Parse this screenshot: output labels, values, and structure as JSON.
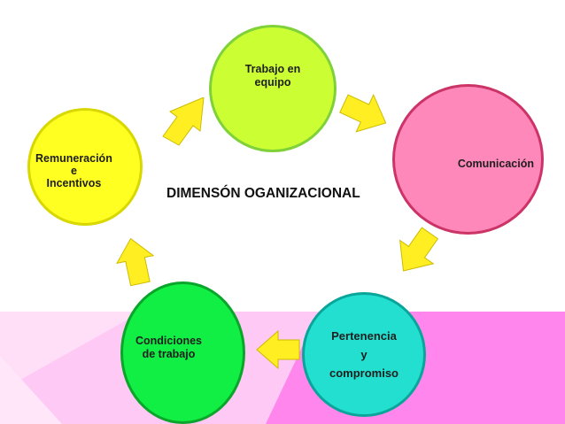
{
  "diagram": {
    "title": "DIMENSÓN  OGANIZACIONAL",
    "nodes": [
      {
        "id": "trabajo",
        "lines": [
          "Trabajo  en",
          "equipo"
        ],
        "fill": "#ccff33"
      },
      {
        "id": "comunicacion",
        "lines": [
          "Comunicación"
        ],
        "fill": "#ff88bb"
      },
      {
        "id": "pertenencia",
        "lines": [
          "Pertenencia",
          "y",
          "compromiso"
        ],
        "fill": "#22dfcf"
      },
      {
        "id": "condiciones",
        "lines": [
          "Condiciones",
          "de trabajo"
        ],
        "fill": "#11ee44"
      },
      {
        "id": "remuneracion",
        "lines": [
          "Remuneración",
          "e",
          "Incentivos"
        ],
        "fill": "#ffff22"
      }
    ],
    "arrow_color": "#ffee22",
    "arrows": [
      {
        "from": "remuneracion",
        "to": "trabajo",
        "direction": "up-right"
      },
      {
        "from": "trabajo",
        "to": "comunicacion",
        "direction": "right"
      },
      {
        "from": "comunicacion",
        "to": "pertenencia",
        "direction": "down-left"
      },
      {
        "from": "pertenencia",
        "to": "condiciones",
        "direction": "left"
      },
      {
        "from": "condiciones",
        "to": "remuneracion",
        "direction": "up"
      }
    ]
  }
}
